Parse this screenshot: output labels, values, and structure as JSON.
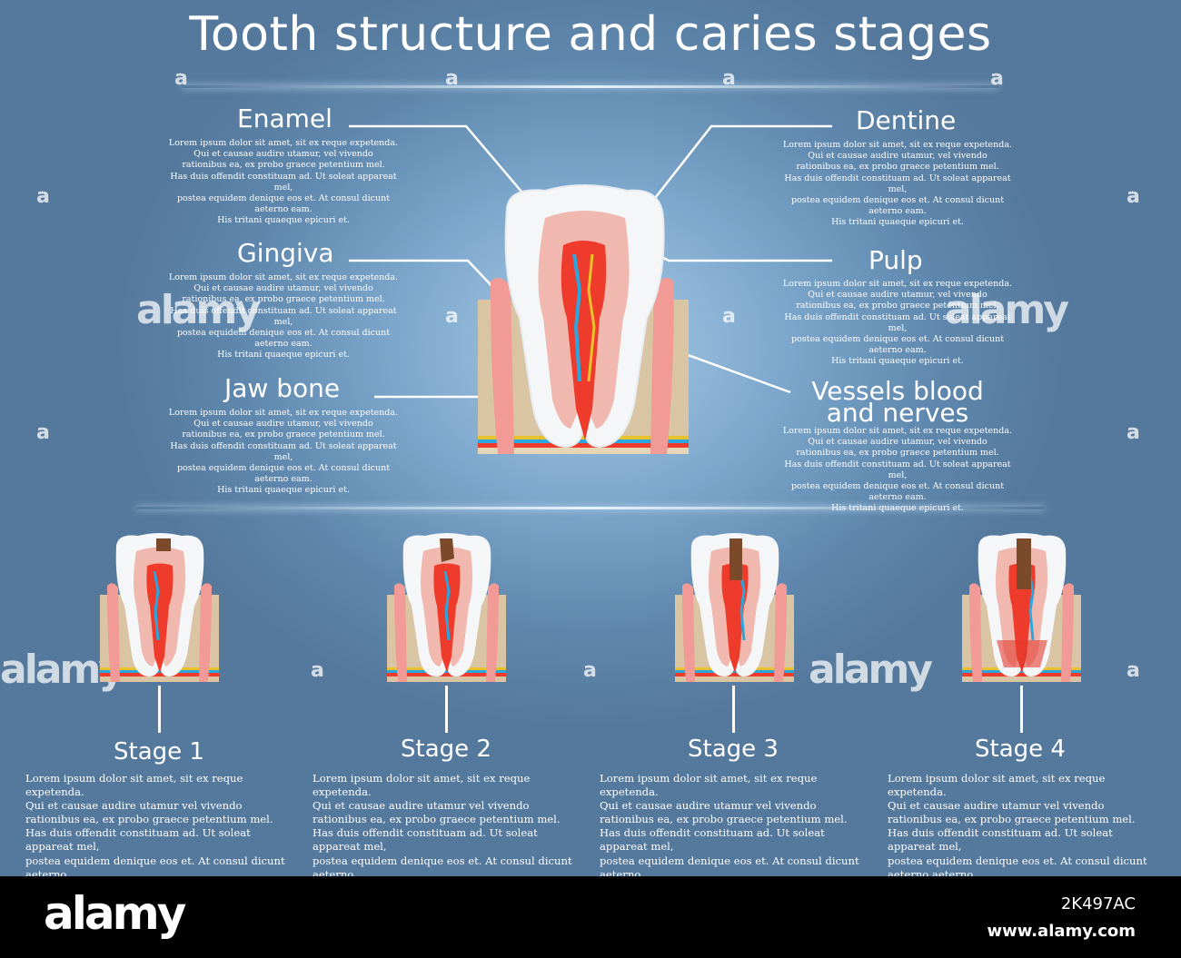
{
  "title": "Tooth structure and caries stages",
  "parts": {
    "enamel": {
      "label": "Enamel",
      "text": "Lorem ipsum dolor sit amet, sit ex reque expetenda.\nQui et causae audire utamur, vel vivendo\nrationibus ea, ex probo graece petentium mel.\nHas duis offendit constituam ad. Ut soleat appareat mel,\npostea equidem denique eos et. At consul dicunt aeterno eam.\nHis tritani quaeque epicuri et."
    },
    "gingiva": {
      "label": "Gingiva",
      "text": "Lorem ipsum dolor sit amet, sit ex reque expetenda.\nQui et causae audire utamur, vel vivendo\nrationibus ea, ex probo graece petentium mel.\nHas duis offendit constituam ad. Ut soleat appareat mel,\npostea equidem denique eos et. At consul dicunt aeterno eam.\nHis tritani quaeque epicuri et."
    },
    "jaw_bone": {
      "label": "Jaw bone",
      "text": "Lorem ipsum dolor sit amet, sit ex reque expetenda.\nQui et causae audire utamur, vel vivendo\nrationibus ea, ex probo graece petentium mel.\nHas duis offendit constituam ad. Ut soleat appareat mel,\npostea equidem denique eos et. At consul dicunt aeterno eam.\nHis tritani quaeque epicuri et."
    },
    "dentine": {
      "label": "Dentine",
      "text": "Lorem ipsum dolor sit amet, sit ex reque expetenda.\nQui et causae audire utamur, vel vivendo\nrationibus ea, ex probo graece petentium mel.\nHas duis offendit constituam ad. Ut soleat appareat mel,\npostea equidem denique eos et. At consul dicunt aeterno eam.\nHis tritani quaeque epicuri et."
    },
    "pulp": {
      "label": "Pulp",
      "text": "Lorem ipsum dolor sit amet, sit ex reque expetenda.\nQui et causae audire utamur, vel vivendo\nrationibus ea, ex probo graece petentium mel.\nHas duis offendit constituam ad. Ut soleat appareat mel,\npostea equidem denique eos et. At consul dicunt aeterno eam.\nHis tritani quaeque epicuri et."
    },
    "vessels": {
      "label_line1": "Vessels blood",
      "label_line2": "and nerves",
      "text": "Lorem ipsum dolor sit amet, sit ex reque expetenda.\nQui et causae audire utamur, vel vivendo\nrationibus ea, ex probo graece petentium mel.\nHas duis offendit constituam ad. Ut soleat appareat mel,\npostea equidem denique eos et. At consul dicunt aeterno eam.\nHis tritani quaeque epicuri et."
    }
  },
  "stages": [
    {
      "title": "Stage 1",
      "text": "Lorem ipsum dolor sit amet, sit ex reque expetenda.\nQui et causae audire utamur  vel vivendo\nrationibus ea, ex probo graece petentium mel.\nHas duis offendit constituam ad. Ut soleat appareat mel,\npostea equidem denique eos et. At consul dicunt aeterno\nHis tritani quaeque epicuri et."
    },
    {
      "title": "Stage 2",
      "text": "Lorem ipsum dolor sit amet, sit ex reque expetenda.\nQui et causae audire utamur  vel vivendo\nrationibus ea, ex probo graece petentium mel.\nHas duis offendit constituam ad. Ut soleat appareat mel,\npostea equidem denique eos et. At consul dicunt aeterno\nHis tritani quaeque epicuri et."
    },
    {
      "title": "Stage 3",
      "text": "Lorem ipsum dolor sit amet, sit ex reque expetenda.\nQui et causae audire utamur  vel vivendo\nrationibus ea, ex probo graece petentium mel.\nHas duis offendit constituam ad. Ut soleat appareat mel,\npostea equidem denique eos et. At consul dicunt aeterno\nHis tritani quaeque epicuri et."
    },
    {
      "title": "Stage 4",
      "text": "Lorem ipsum dolor sit amet, sit ex reque expetenda.\nQui et causae audire utamur  vel vivendo\nrationibus ea, ex probo graece petentium mel.\nHas duis offendit constituam ad. Ut soleat appareat mel,\npostea equidem denique eos et. At consul dicunt aeterno aeterno\nHis tritani quaeque epicuri et."
    }
  ],
  "watermark": {
    "word": "alamy",
    "mark": "a"
  },
  "footer": {
    "logo": "alamy",
    "image_id": "2K497AC",
    "url": "www.alamy.com"
  },
  "colors": {
    "background": "#6f97bd",
    "enamel": "#f4f6f8",
    "dentine": "#f0b8ae",
    "pulp": "#ee3b2b",
    "nerve": "#2aa7e0",
    "gum": "#f29a95",
    "bone": "#d9c4a3"
  }
}
